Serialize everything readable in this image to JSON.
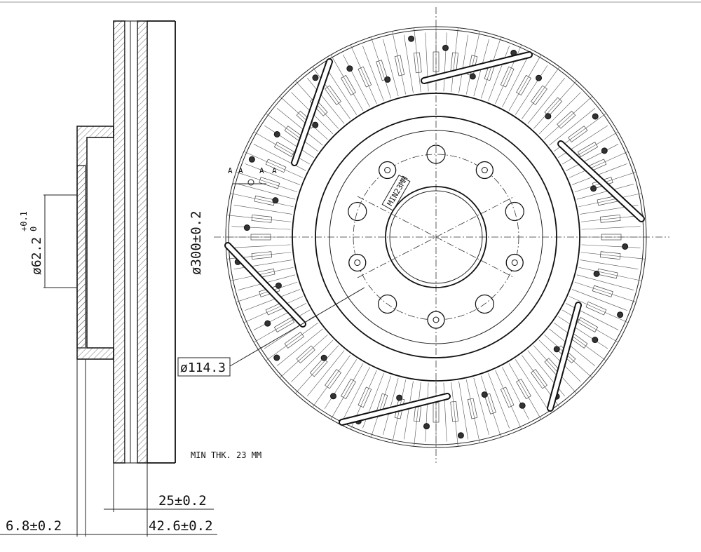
{
  "drawing": {
    "outer_diameter": "ø300±0.2",
    "center_bore": "ø62.2",
    "center_bore_tolerance_upper": "+0.1",
    "center_bore_tolerance_lower": "0",
    "bolt_circle": "ø114.3",
    "thickness": "25±0.2",
    "hat_height": "42.6±0.2",
    "hat_thickness": "6.8±0.2",
    "min_thickness": "MIN THK. 23 MM",
    "rotor_stamp": "MIN23MM",
    "section_marks": [
      "A",
      "A",
      "A",
      "A"
    ]
  },
  "colors": {
    "line": "#111111",
    "paper": "#ffffff"
  }
}
